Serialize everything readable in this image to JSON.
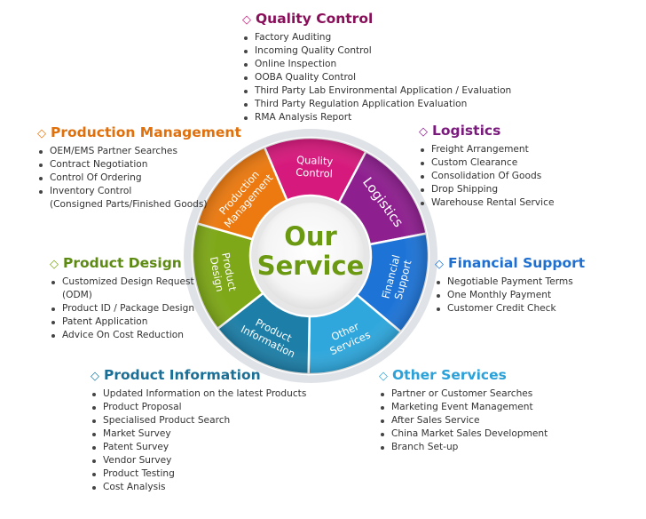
{
  "center": {
    "line1": "Our",
    "line2": "Service"
  },
  "colors": {
    "quality": "#d6197c",
    "logistics": "#8e1f8f",
    "financial": "#1e74d6",
    "other": "#2fa7dc",
    "information": "#1d7fa8",
    "design": "#7ea817",
    "production": "#ec7a10",
    "heading_quality": "#8a0f5a",
    "heading_production": "#e0700c",
    "heading_logistics": "#7a1a7d",
    "heading_design": "#5d8a12",
    "heading_financial": "#1e6fd0",
    "heading_information": "#1a6f97",
    "heading_other": "#2aa1d8"
  },
  "segments": {
    "quality": "Quality Control",
    "logistics": "Logistics",
    "financial": "Financial Support",
    "other": "Other Services",
    "information": "Product Information",
    "design": "Product Design",
    "production": "Production Management"
  },
  "sections": {
    "quality": {
      "title": "Quality Control",
      "items": [
        "Factory Auditing",
        "Incoming Quality Control",
        "Online Inspection",
        "OOBA Quality Control",
        "Third Party Lab Environmental Application / Evaluation",
        "Third Party Regulation Application Evaluation",
        "RMA Analysis Report"
      ]
    },
    "production": {
      "title": "Production Management",
      "items": [
        "OEM/EMS Partner Searches",
        "Contract Negotiation",
        "Control Of Ordering",
        "Inventory Control"
      ],
      "continuation": "(Consigned Parts/Finished Goods)"
    },
    "logistics": {
      "title": "Logistics",
      "items": [
        "Freight Arrangement",
        "Custom Clearance",
        "Consolidation Of Goods",
        "Drop Shipping",
        "Warehouse Rental Service"
      ]
    },
    "design": {
      "title": "Product Design",
      "items": [
        "Customized Design Request"
      ],
      "continuation": "(ODM)",
      "items2": [
        "Product ID / Package Design",
        "Patent Application",
        "Advice On Cost Reduction"
      ]
    },
    "financial": {
      "title": "Financial Support",
      "items": [
        "Negotiable Payment Terms",
        "One Monthly Payment",
        "Customer Credit Check"
      ]
    },
    "information": {
      "title": "Product Information",
      "items": [
        "Updated Information on the latest Products",
        "Product Proposal",
        "Specialised Product Search",
        "Market Survey",
        "Patent Survey",
        "Vendor Survey",
        "Product Testing",
        "Cost Analysis"
      ]
    },
    "other": {
      "title": "Other Services",
      "items": [
        "Partner or Customer Searches",
        "Marketing Event Management",
        "After Sales  Service",
        "China Market Sales Development",
        "Branch Set-up"
      ]
    }
  }
}
